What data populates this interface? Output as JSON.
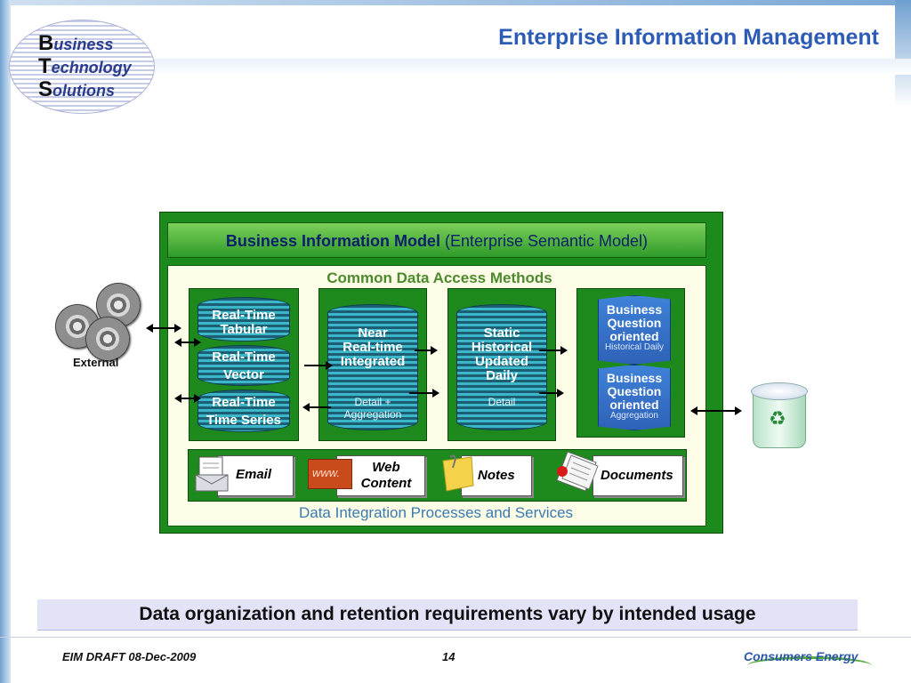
{
  "slide": {
    "title": "Enterprise Information Management",
    "logo": {
      "line1_initial": "B",
      "line1_rest": "usiness",
      "line2_initial": "T",
      "line2_rest": "echnology",
      "line3_initial": "S",
      "line3_rest": "olutions"
    }
  },
  "diagram": {
    "external_label": "External",
    "model": {
      "label_bold": "Business Information Model",
      "label_rest": "(Enterprise Semantic Model)"
    },
    "access_methods_label": "Common Data Access Methods",
    "integration_label": "Data Integration Processes and Services",
    "realtime": {
      "tabular": [
        "Real-Time",
        "Tabular"
      ],
      "vector": [
        "Real-Time",
        "Vector"
      ],
      "timeseries": [
        "Real-Time",
        "Time Series"
      ]
    },
    "near_realtime": {
      "title": [
        "Near",
        "Real-time",
        "Integrated"
      ],
      "sub": [
        "Detail +",
        "Aggregation"
      ]
    },
    "static_historical": {
      "title": [
        "Static",
        "Historical",
        "Updated",
        "Daily"
      ],
      "sub": "Detail"
    },
    "business_question_1": {
      "title": [
        "Business",
        "Question",
        "oriented"
      ],
      "sub": "Historical Daily"
    },
    "business_question_2": {
      "title": [
        "Business",
        "Question",
        "oriented"
      ],
      "sub": "Aggregation"
    },
    "sources": {
      "email": "Email",
      "web_icon_text": "www.",
      "web": [
        "Web",
        "Content"
      ],
      "notes": "Notes",
      "documents": "Documents"
    },
    "icons": [
      "cd-disc-icon",
      "recycle-bin-icon",
      "envelope-icon",
      "www-icon",
      "sticky-note-icon",
      "documents-icon"
    ]
  },
  "footer": {
    "banner": "Data organization and retention requirements vary by intended usage",
    "draft": "EIM DRAFT  08-Dec-2009",
    "page": "14",
    "company": "Consumers Energy"
  }
}
